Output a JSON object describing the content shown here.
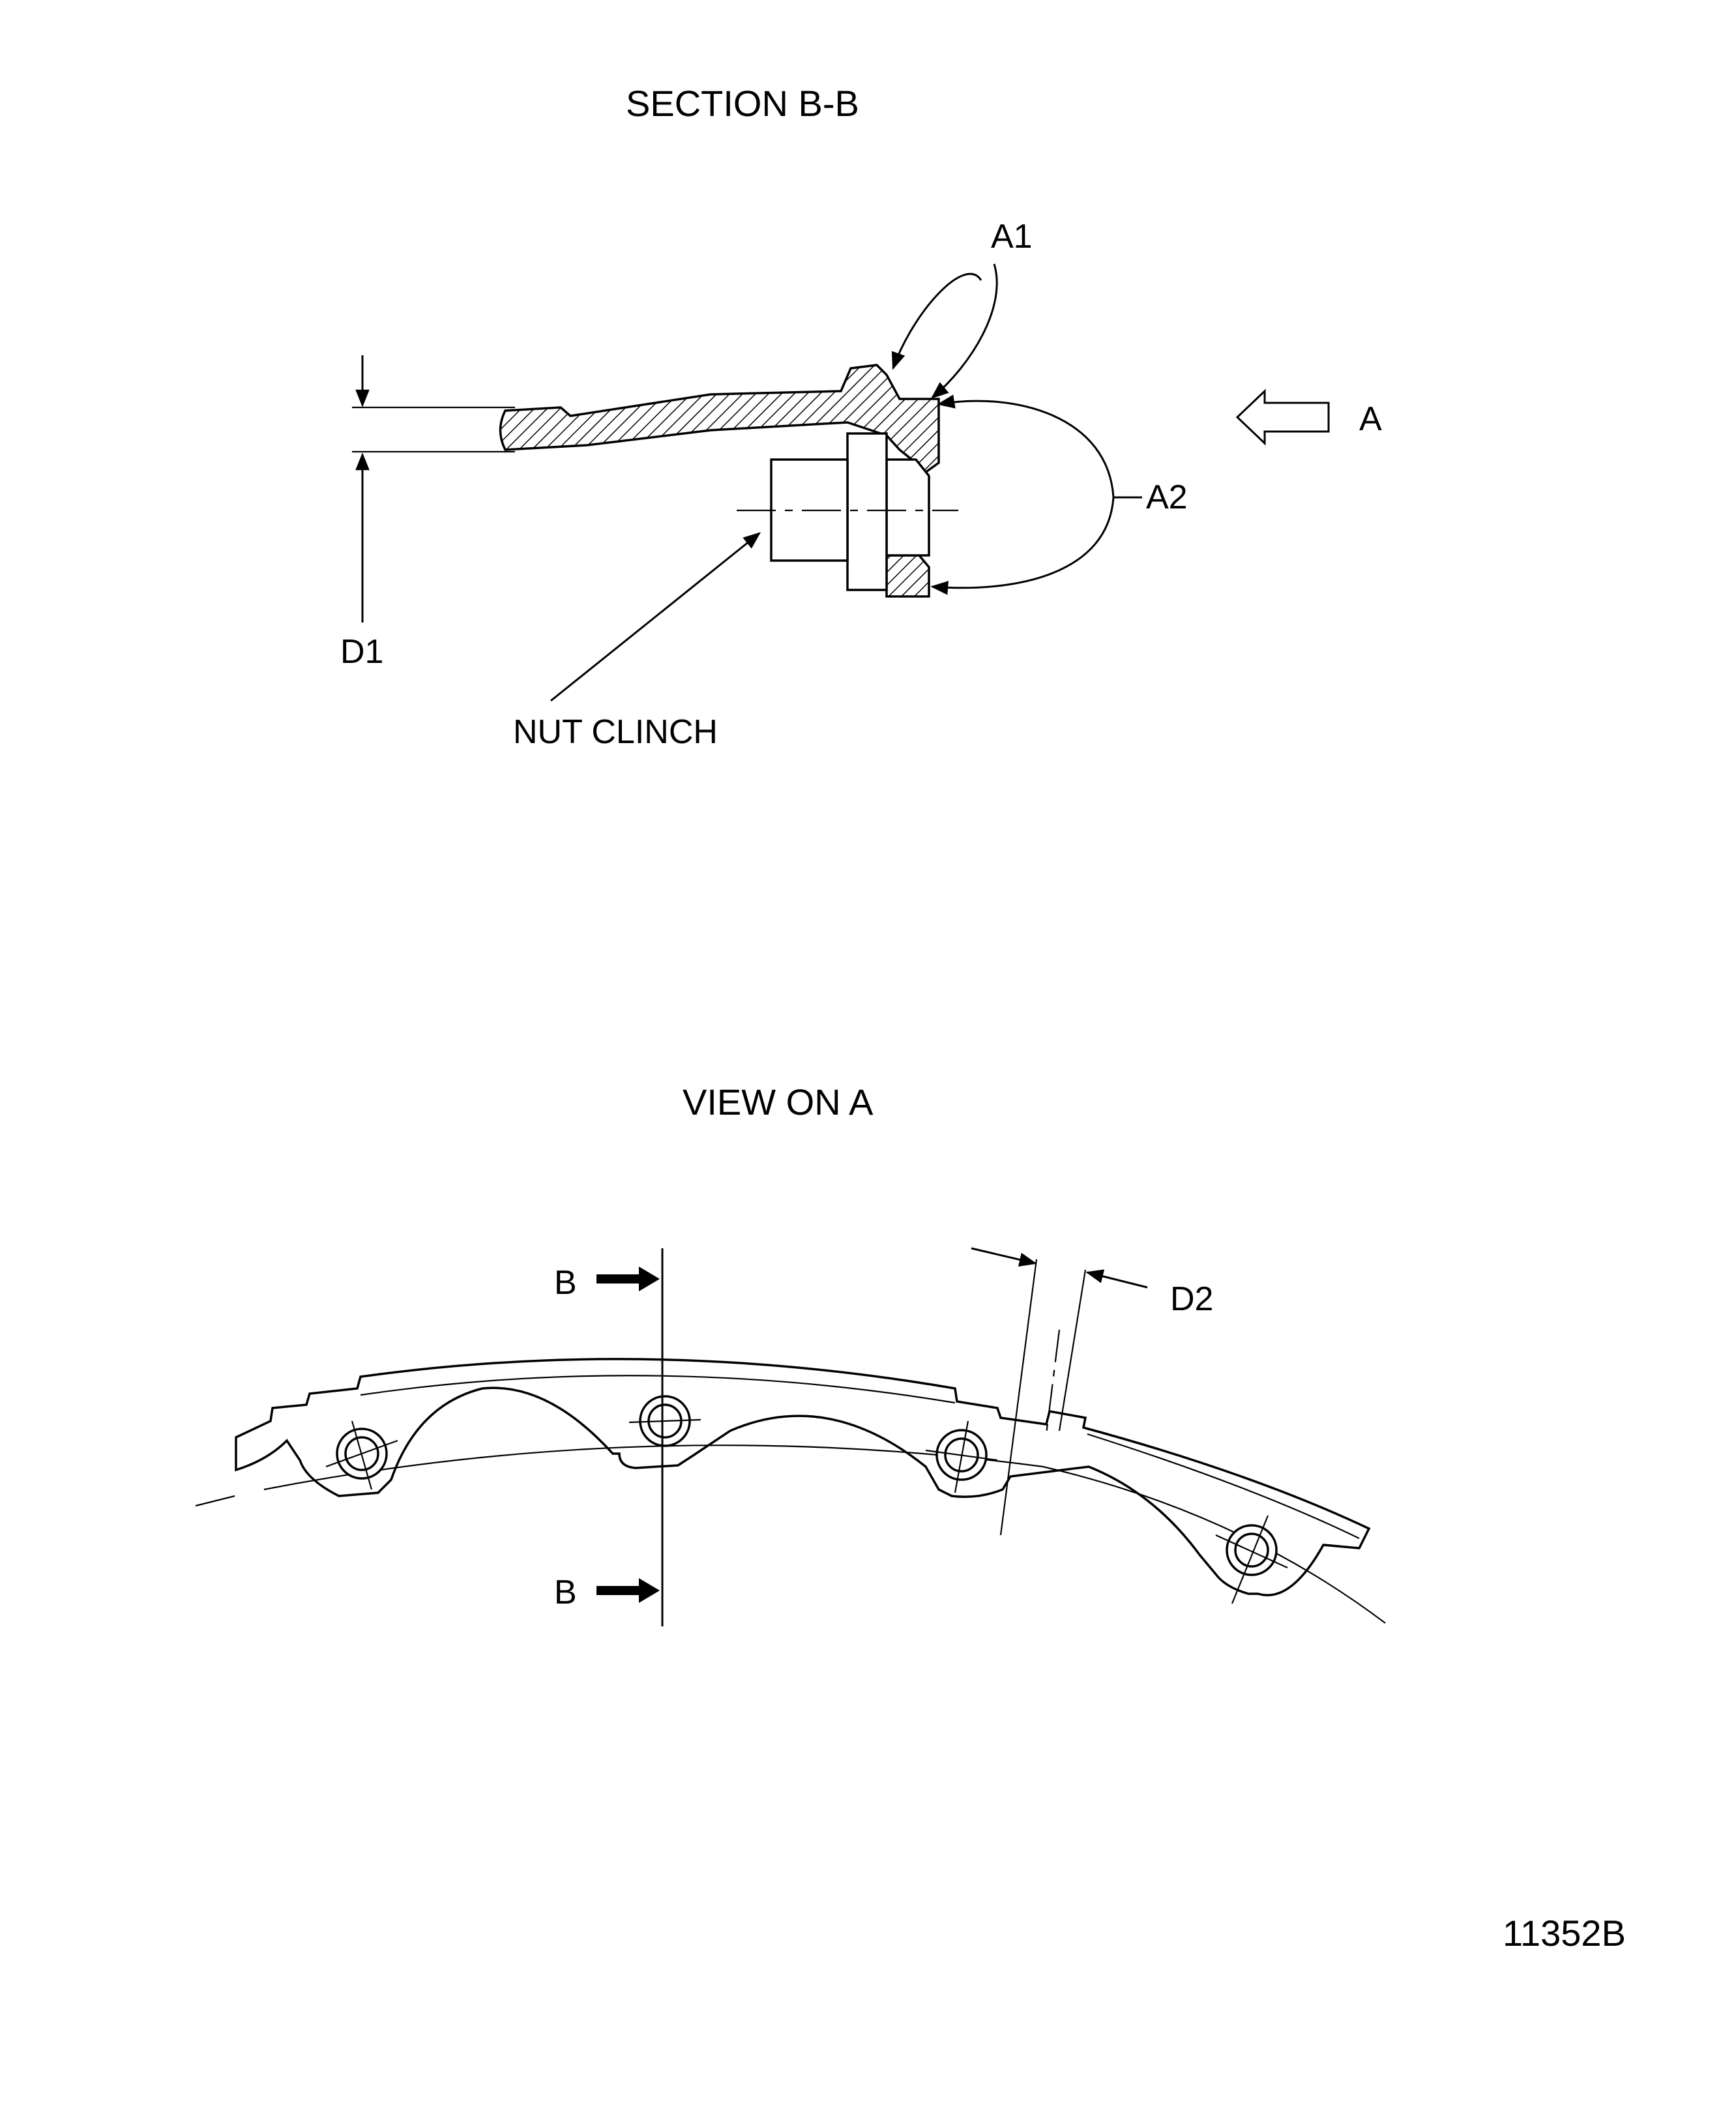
{
  "section_view": {
    "title": "SECTION B-B",
    "labels": {
      "a1": "A1",
      "a2": "A2",
      "a": "A",
      "d1": "D1",
      "nut_clinch": "NUT CLINCH"
    }
  },
  "plan_view": {
    "title": "VIEW ON A",
    "labels": {
      "b_top": "B",
      "b_bottom": "B",
      "d2": "D2"
    }
  },
  "figure_number": "11352B",
  "colors": {
    "ink": "#000000",
    "paper": "#ffffff"
  }
}
